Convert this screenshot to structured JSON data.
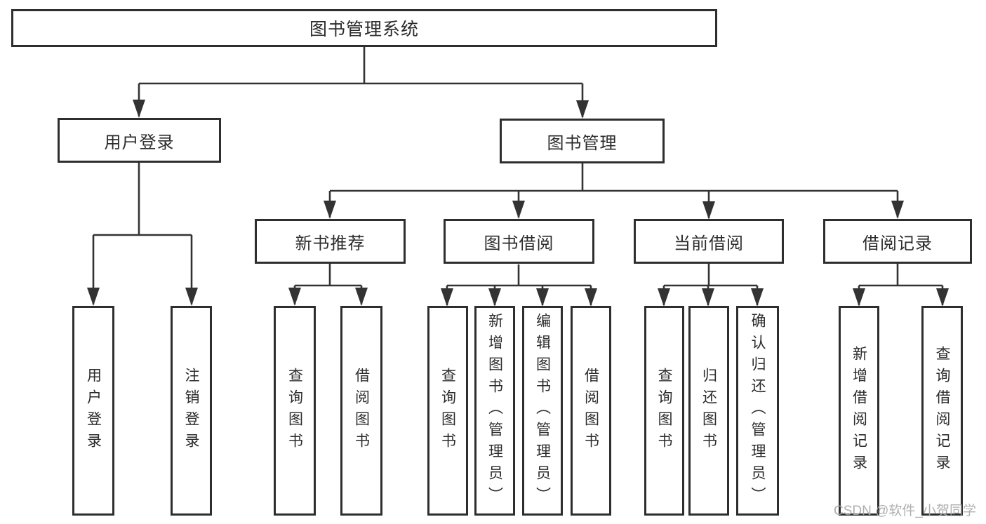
{
  "tree": {
    "label": "图书管理系统",
    "children": [
      {
        "label": "用户登录",
        "children": [
          {
            "label": "用户登录"
          },
          {
            "label": "注销登录"
          }
        ]
      },
      {
        "label": "图书管理",
        "children": [
          {
            "label": "新书推荐",
            "children": [
              {
                "label": "查询图书"
              },
              {
                "label": "借阅图书"
              }
            ]
          },
          {
            "label": "图书借阅",
            "children": [
              {
                "label": "查询图书"
              },
              {
                "label": "新增图书（管理员）"
              },
              {
                "label": "编辑图书（管理员）"
              },
              {
                "label": "借阅图书"
              }
            ]
          },
          {
            "label": "当前借阅",
            "children": [
              {
                "label": "查询图书"
              },
              {
                "label": "归还图书"
              },
              {
                "label": "确认归还（管理员）"
              }
            ]
          },
          {
            "label": "借阅记录",
            "children": [
              {
                "label": "新增借阅记录"
              },
              {
                "label": "查询借阅记录"
              }
            ]
          }
        ]
      }
    ]
  },
  "watermark": "CSDN @软件_小贺同学",
  "colors": {
    "line": "#333333",
    "box_border": "#2e2e2e",
    "box_background": "#ffffff",
    "text": "#2b2b2b",
    "watermark": "#a8a8a8"
  }
}
